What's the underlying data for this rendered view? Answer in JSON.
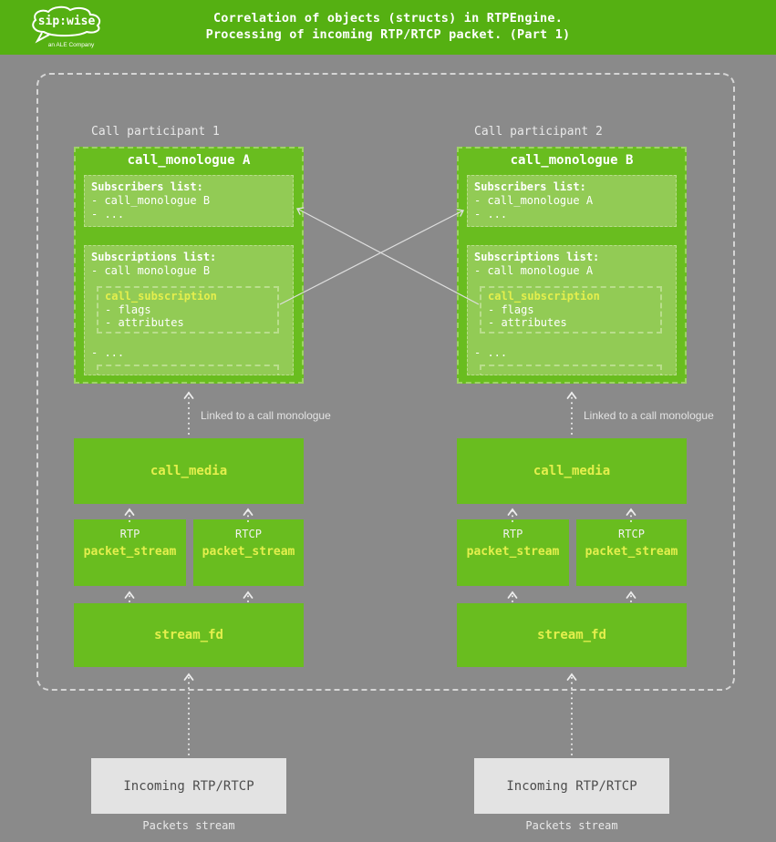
{
  "header": {
    "logo_text": "sip:wise",
    "logo_subtext": "an ALE Company",
    "title_line1": "Correlation of objects (structs) in RTPEngine.",
    "title_line2": "Processing of incoming RTP/RTCP packet. (Part 1)"
  },
  "colors": {
    "header_green": "#55b012",
    "box_green": "#69bd1f",
    "inner_green": "#92cb55",
    "accent_yellow": "#e4ef4d",
    "background_gray": "#8a8a8a",
    "incoming_box_gray": "#e3e3e3",
    "dashed_frame": "#d6d6d6"
  },
  "participants": [
    {
      "label": "Call participant 1",
      "monologue": {
        "title": "call_monologue A",
        "subscribers": {
          "title": "Subscribers list:",
          "items": [
            "- call_monologue B",
            "- ..."
          ]
        },
        "subscriptions": {
          "title": "Subscriptions list:",
          "item": "- call monologue B",
          "subscription": {
            "title": "call_subscription",
            "items": [
              "- flags",
              "- attributes"
            ]
          },
          "more": "- ..."
        }
      },
      "linked_note": "Linked to a call monologue",
      "media_label": "call_media",
      "streams": [
        {
          "protocol": "RTP",
          "label": "packet_stream"
        },
        {
          "protocol": "RTCP",
          "label": "packet_stream"
        }
      ],
      "stream_fd_label": "stream_fd",
      "incoming_label": "Incoming RTP/RTCP",
      "packets_label": "Packets stream"
    },
    {
      "label": "Call participant 2",
      "monologue": {
        "title": "call_monologue B",
        "subscribers": {
          "title": "Subscribers list:",
          "items": [
            "- call_monologue A",
            "- ..."
          ]
        },
        "subscriptions": {
          "title": "Subscriptions list:",
          "item": "- call monologue A",
          "subscription": {
            "title": "call_subscription",
            "items": [
              "- flags",
              "- attributes"
            ]
          },
          "more": "- ..."
        }
      },
      "linked_note": "Linked to a call monologue",
      "media_label": "call_media",
      "streams": [
        {
          "protocol": "RTP",
          "label": "packet_stream"
        },
        {
          "protocol": "RTCP",
          "label": "packet_stream"
        }
      ],
      "stream_fd_label": "stream_fd",
      "incoming_label": "Incoming RTP/RTCP",
      "packets_label": "Packets stream"
    }
  ]
}
